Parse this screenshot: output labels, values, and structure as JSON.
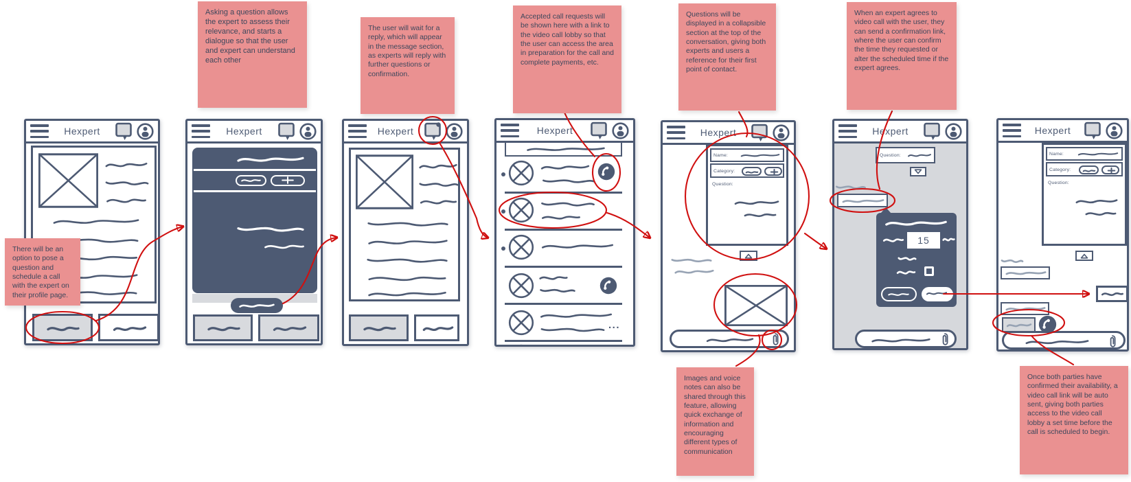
{
  "app_title": "Hexpert",
  "sticky_notes": {
    "pose_option": "There will be an option to pose a question and schedule a call with the expert on their profile page.",
    "ask_question": "Asking a question allows the expert to assess their relevance, and starts a dialogue so that the user and expert can understand each other",
    "wait_reply": "The user will wait for a reply, which will appear in the message section, as experts will reply with further questions or confirmation.",
    "accepted_calls": "Accepted call requests will be shown here with a link to the video call lobby so that the user can access the area in preparation for the call and complete payments, etc.",
    "questions_collapsible": "Questions will be displayed in a collapsible section at the top of the conversation, giving both experts and users a reference for their first point of contact.",
    "expert_agrees": "When an expert agrees to video call with the user, they can send a confirmation link, where the user can confirm the time they requested or alter the scheduled time if the expert agrees.",
    "images_voice": "Images and voice notes can also be shared through this feature, allowing quick exchange of information and encouraging different types of communication",
    "auto_link": "Once both parties have confirmed their availability, a video call link will be auto sent, giving both parties access to the video call lobby a set time before the call is scheduled to begin."
  },
  "form_labels": {
    "name": "Name:",
    "category": "Category:",
    "question": "Question:"
  },
  "schedule_modal": {
    "duration_value": "15"
  },
  "messages_list": {
    "ellipsis": "..."
  },
  "colors": {
    "wireframe_slate": "#4d5a73",
    "note_pink": "#ea9191",
    "note_text": "#3d475c",
    "annotation_red": "#d01010",
    "panel_gray": "#d8dade",
    "muted_gray": "#97a3b4"
  }
}
